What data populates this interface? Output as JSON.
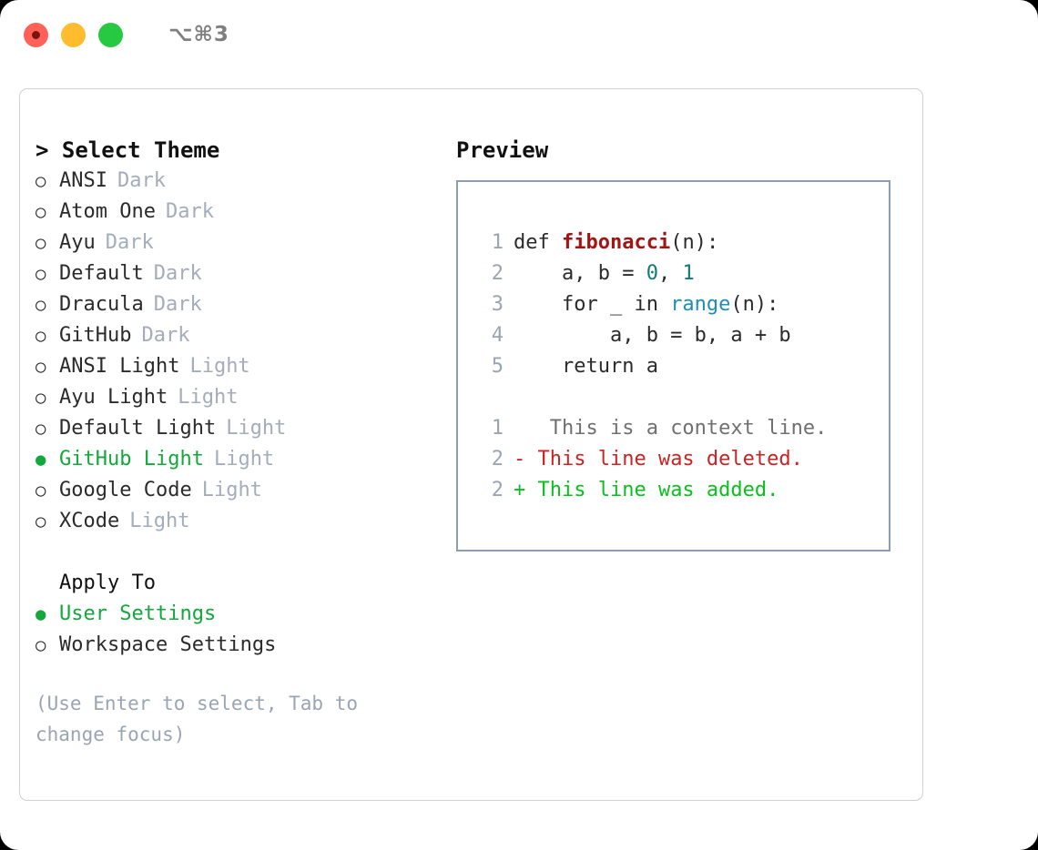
{
  "window": {
    "shortcut_label": "⌥⌘3",
    "traffic_lights": {
      "close_label": "close",
      "minimize_label": "minimize",
      "maximize_label": "maximize"
    }
  },
  "theme_picker": {
    "header": "> Select Theme",
    "cursor_symbol": ">",
    "marker_unselected": "○",
    "marker_selected": "●",
    "items": [
      {
        "name": "ANSI",
        "kind": "Dark",
        "selected": false,
        "marker": "○"
      },
      {
        "name": "Atom One",
        "kind": "Dark",
        "selected": false,
        "marker": "○"
      },
      {
        "name": "Ayu",
        "kind": "Dark",
        "selected": false,
        "marker": "○"
      },
      {
        "name": "Default",
        "kind": "Dark",
        "selected": false,
        "marker": "○"
      },
      {
        "name": "Dracula",
        "kind": "Dark",
        "selected": false,
        "marker": "○"
      },
      {
        "name": "GitHub",
        "kind": "Dark",
        "selected": false,
        "marker": "○"
      },
      {
        "name": "ANSI Light",
        "kind": "Light",
        "selected": false,
        "marker": "○"
      },
      {
        "name": "Ayu Light",
        "kind": "Light",
        "selected": false,
        "marker": "○"
      },
      {
        "name": "Default Light",
        "kind": "Light",
        "selected": false,
        "marker": "○"
      },
      {
        "name": "GitHub Light",
        "kind": "Light",
        "selected": true,
        "marker": "●"
      },
      {
        "name": "Google Code",
        "kind": "Light",
        "selected": false,
        "marker": "○"
      },
      {
        "name": "XCode",
        "kind": "Light",
        "selected": false,
        "marker": "○"
      }
    ]
  },
  "apply_to": {
    "title": "Apply To",
    "items": [
      {
        "name": "User Settings",
        "selected": true,
        "marker": "●"
      },
      {
        "name": "Workspace Settings",
        "selected": false,
        "marker": "○"
      }
    ]
  },
  "hint": "(Use Enter to select, Tab to change focus)",
  "preview": {
    "title": "Preview",
    "code_lines": [
      {
        "number": "1",
        "tokens": [
          {
            "text": "def ",
            "kind": "plain"
          },
          {
            "text": "fibonacci",
            "kind": "func"
          },
          {
            "text": "(n):",
            "kind": "plain"
          }
        ]
      },
      {
        "number": "2",
        "tokens": [
          {
            "text": "    a, b = ",
            "kind": "plain"
          },
          {
            "text": "0",
            "kind": "num"
          },
          {
            "text": ", ",
            "kind": "plain"
          },
          {
            "text": "1",
            "kind": "num"
          }
        ]
      },
      {
        "number": "3",
        "tokens": [
          {
            "text": "    for _ in ",
            "kind": "plain"
          },
          {
            "text": "range",
            "kind": "call"
          },
          {
            "text": "(n):",
            "kind": "plain"
          }
        ]
      },
      {
        "number": "4",
        "tokens": [
          {
            "text": "        a, b = b, a + b",
            "kind": "plain"
          }
        ]
      },
      {
        "number": "5",
        "tokens": [
          {
            "text": "    return a",
            "kind": "plain"
          }
        ]
      }
    ],
    "diff_lines": [
      {
        "number": "1",
        "sign": " ",
        "text": "  This is a context line.",
        "kind": "context"
      },
      {
        "number": "2",
        "sign": "-",
        "text": " This line was deleted.",
        "kind": "del"
      },
      {
        "number": "2",
        "sign": "+",
        "text": " This line was added.",
        "kind": "add"
      }
    ]
  },
  "colors": {
    "accent_green": "#12a83c",
    "diff_add": "#0abf1f",
    "diff_del": "#cc2222",
    "muted": "#a3adbb",
    "func": "#a31515",
    "number": "#0f7b77",
    "call": "#1f8cba",
    "panel_border": "#cfd0d4",
    "preview_border": "#8d9cb0"
  }
}
